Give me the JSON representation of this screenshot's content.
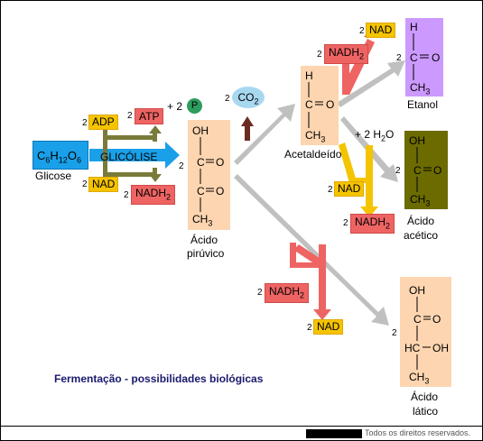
{
  "glucose": {
    "formula_c": "C",
    "n6a": "6",
    "formula_h": "H",
    "n12": "12",
    "formula_o": "O",
    "n6b": "6",
    "label": "Glicose"
  },
  "glycolysis": {
    "label": "GLICÓLISE",
    "adp_coef": "2",
    "adp": "ADP",
    "atp_coef": "2",
    "atp": "ATP",
    "p_coef": "+ 2",
    "p": "P",
    "nad_coef": "2",
    "nad": "NAD",
    "nadh2_coef": "2",
    "nadh2": "NADH",
    "nadh2_sub": "2"
  },
  "pyruvic": {
    "coef": "2",
    "oh": "OH",
    "c1": "C",
    "o1": "O",
    "c2": "C",
    "o2": "O",
    "ch3": "CH",
    "ch3_sub": "3",
    "name1": "Ácido",
    "name2": "pirúvico"
  },
  "co2": {
    "coef": "2",
    "label": "CO",
    "label_sub": "2"
  },
  "acetaldehyde": {
    "h": "H",
    "c": "C",
    "o": "O",
    "ch3": "CH",
    "ch3_sub": "3",
    "name": "Acetaldeído"
  },
  "ethanol_path": {
    "nad_coef": "2",
    "nad": "NAD",
    "nadh2_coef": "2",
    "nadh2": "NADH",
    "nadh2_sub": "2"
  },
  "ethanol": {
    "coef": "2",
    "h": "H",
    "c": "C",
    "o": "O",
    "ch3": "CH",
    "ch3_sub": "3",
    "name": "Etanol"
  },
  "acetic_path": {
    "h2o": "+ 2 H",
    "h2o_sub": "2",
    "h2o_end": "O",
    "nad_coef": "2",
    "nad": "NAD",
    "nadh2_coef": "2",
    "nadh2": "NADH",
    "nadh2_sub": "2"
  },
  "acetic": {
    "coef": "2",
    "oh": "OH",
    "c": "C",
    "o": "O",
    "ch3": "CH",
    "ch3_sub": "3",
    "name1": "Ácido",
    "name2": "acético"
  },
  "lactic_path": {
    "nadh2_coef": "2",
    "nadh2": "NADH",
    "nadh2_sub": "2",
    "nad_coef": "2",
    "nad": "NAD"
  },
  "lactic": {
    "coef": "2",
    "oh": "OH",
    "c1": "C",
    "o": "O",
    "hc": "HC",
    "oh2": "OH",
    "ch3": "CH",
    "ch3_sub": "3",
    "name1": "Ácido",
    "name2": "lático"
  },
  "title": "Fermentação - possibilidades biológicas",
  "footer": "Todos os direitos reservados.",
  "colors": {
    "glucose": "#1aa0e8",
    "yellow": "#f5c400",
    "red": "#ee6463",
    "peach": "#fdd5b0",
    "purple": "#cc99ff",
    "olive": "#6b6b00",
    "gray": "#c0c0c0",
    "olive_arrow": "#7a7a3a",
    "green": "#2e9c5e",
    "co2": "#a8d8f0",
    "brown": "#6b2a20"
  }
}
